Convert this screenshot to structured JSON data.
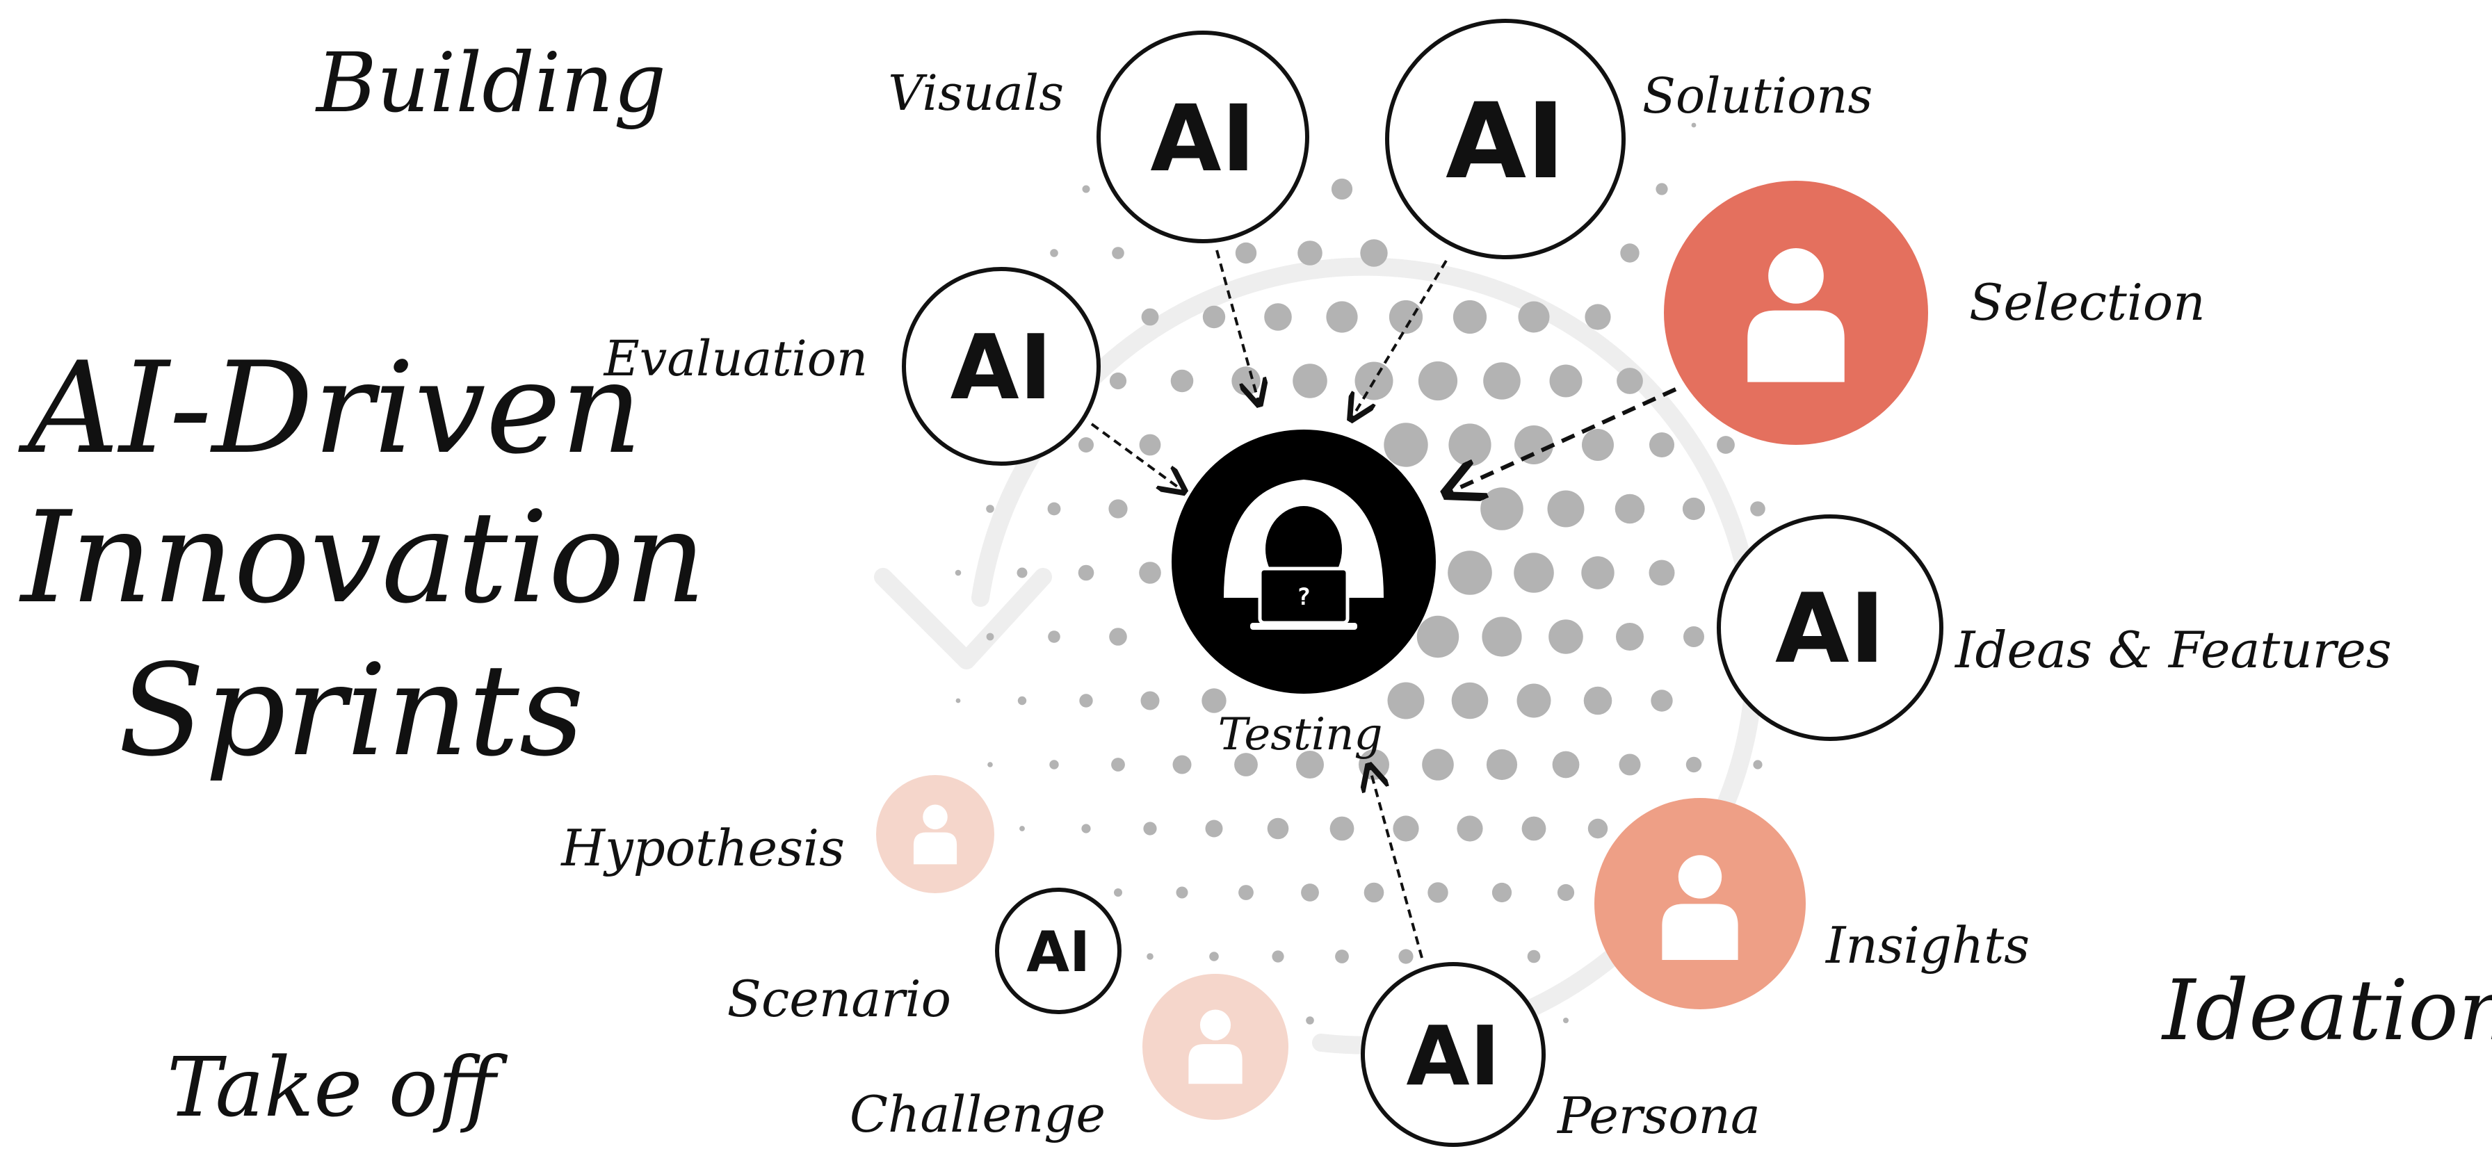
{
  "title": {
    "line1": "AI-Driven",
    "line2": "Innovation",
    "line3": "Sprints"
  },
  "phases": {
    "building": "Building",
    "ideation": "Ideation",
    "take_off": "Take off"
  },
  "center": {
    "label": "Testing",
    "icon": "hooded-hacker-laptop-icon"
  },
  "ai_badge_text": "AI",
  "nodes": [
    {
      "id": "visuals",
      "label": "Visuals",
      "kind": "ai"
    },
    {
      "id": "solutions",
      "label": "Solutions",
      "kind": "ai"
    },
    {
      "id": "evaluation",
      "label": "Evaluation",
      "kind": "ai"
    },
    {
      "id": "selection",
      "label": "Selection",
      "kind": "human"
    },
    {
      "id": "ideas",
      "label": "Ideas & Features",
      "kind": "ai"
    },
    {
      "id": "insights",
      "label": "Insights",
      "kind": "human"
    },
    {
      "id": "persona",
      "label": "Persona",
      "kind": "ai"
    },
    {
      "id": "challenge",
      "label": "Challenge",
      "kind": "human"
    },
    {
      "id": "scenario",
      "label": "Scenario",
      "kind": "ai"
    },
    {
      "id": "hypothesis",
      "label": "Hypothesis",
      "kind": "human"
    }
  ],
  "colors": {
    "human_strong": "#E4705E",
    "human_mid": "#EE9F86",
    "human_faded": "#F5D6CB",
    "dots": "#B3B3B3",
    "cycle_arrow": "#EEEEEE",
    "ink": "#111111"
  }
}
